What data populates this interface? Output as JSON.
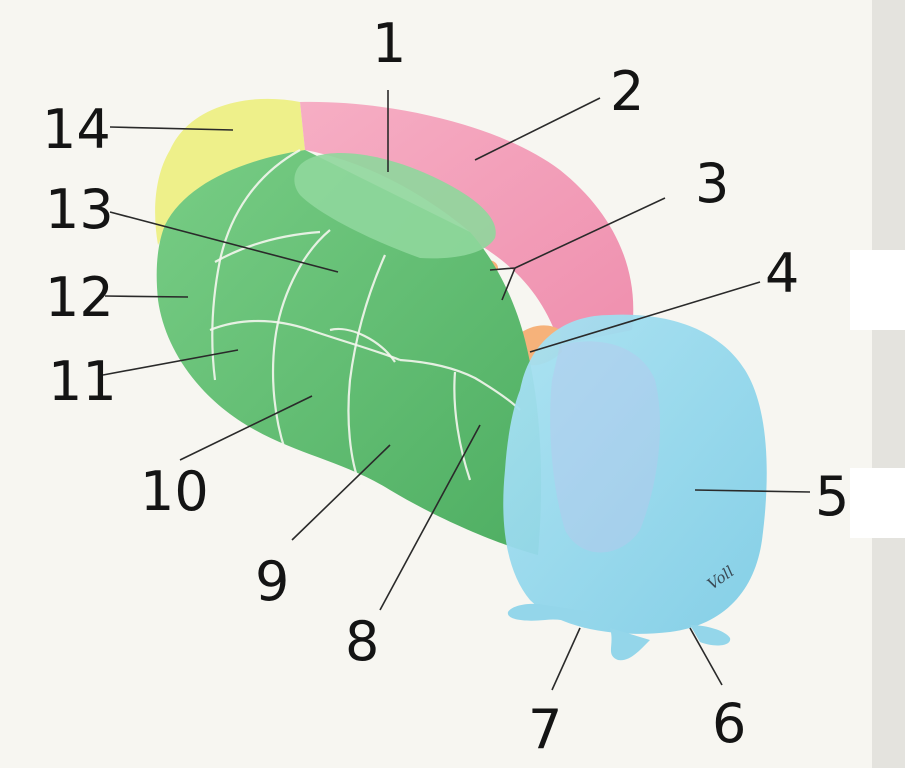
{
  "labels": [
    "1",
    "2",
    "3",
    "4",
    "5",
    "6",
    "7",
    "8",
    "9",
    "10",
    "11",
    "12",
    "13",
    "14"
  ],
  "signature": "Voll",
  "colors": {
    "green": "#5dbd72",
    "green_light": "#8fd79c",
    "pink": "#f19ab6",
    "yellow": "#eef08a",
    "orange": "#f6b27a",
    "blue": "#94d6ea",
    "background": "#f7f6f1"
  }
}
